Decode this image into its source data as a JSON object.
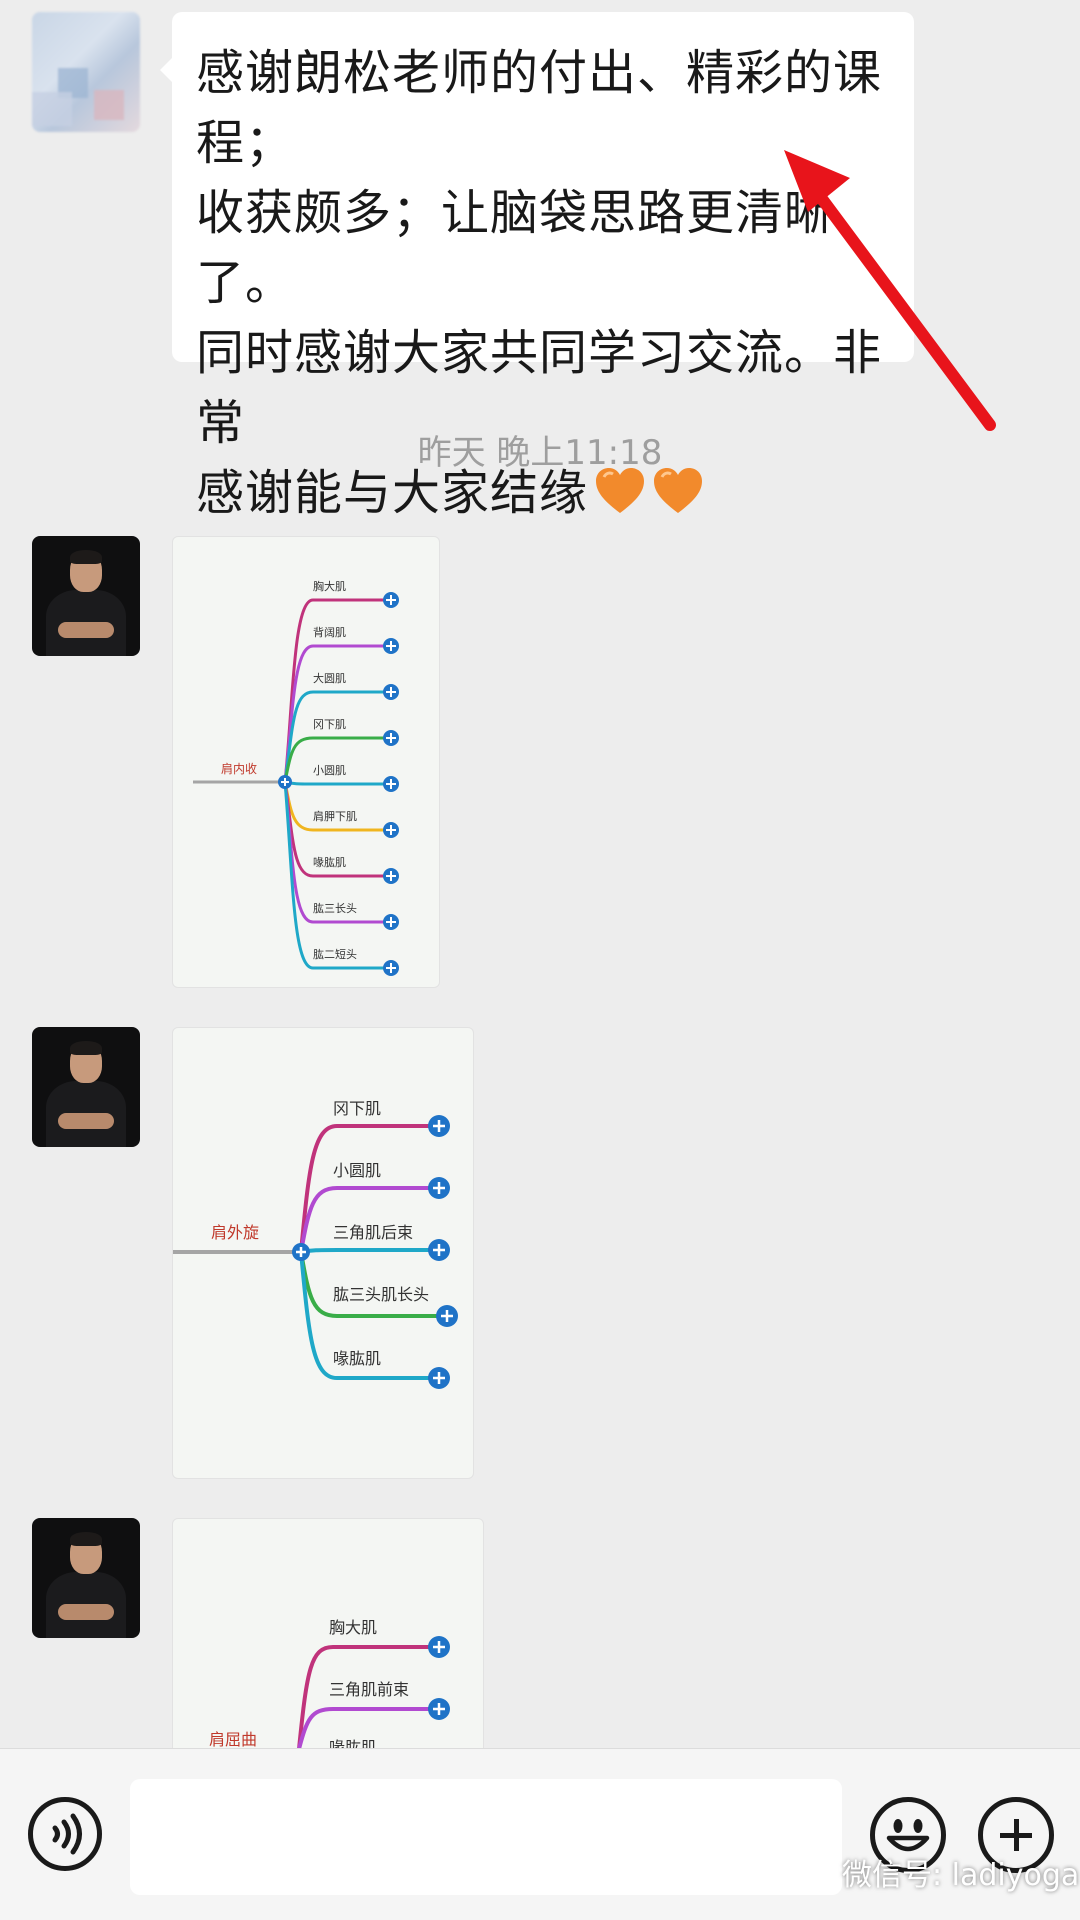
{
  "messages": {
    "first_text": "感谢朗松老师的付出、精彩的课程；\n收获颇多；让脑袋思路更清晰了。\n同时感谢大家共同学习交流。非常\n感谢能与大家结缘",
    "hearts": [
      "orange-heart-emoji",
      "orange-heart-emoji"
    ],
    "timestamp": "昨天 晚上11:18"
  },
  "mindmap1": {
    "root": "肩内收",
    "branches": [
      "胸大肌",
      "背阔肌",
      "大圆肌",
      "冈下肌",
      "小圆肌",
      "肩胛下肌",
      "喙肱肌",
      "肱三长头",
      "肱二短头"
    ]
  },
  "mindmap2": {
    "root": "肩外旋",
    "branches": [
      "冈下肌",
      "小圆肌",
      "三角肌后束",
      "肱三头肌长头",
      "喙肱肌"
    ]
  },
  "mindmap3": {
    "root": "肩屈曲",
    "branches": [
      "胸大肌",
      "三角肌前束",
      "喙肱肌"
    ]
  },
  "input_bar": {
    "voice_icon": "voice-icon",
    "emoji_icon": "emoji-icon",
    "plus_icon": "plus-icon"
  },
  "watermark": {
    "text": "微信号: ladiyoga"
  },
  "colors": {
    "background": "#ededed",
    "bubble": "#ffffff",
    "arrow": "#e8141b",
    "heart": "#f28a2c",
    "plus_node": "#1f73c7"
  }
}
